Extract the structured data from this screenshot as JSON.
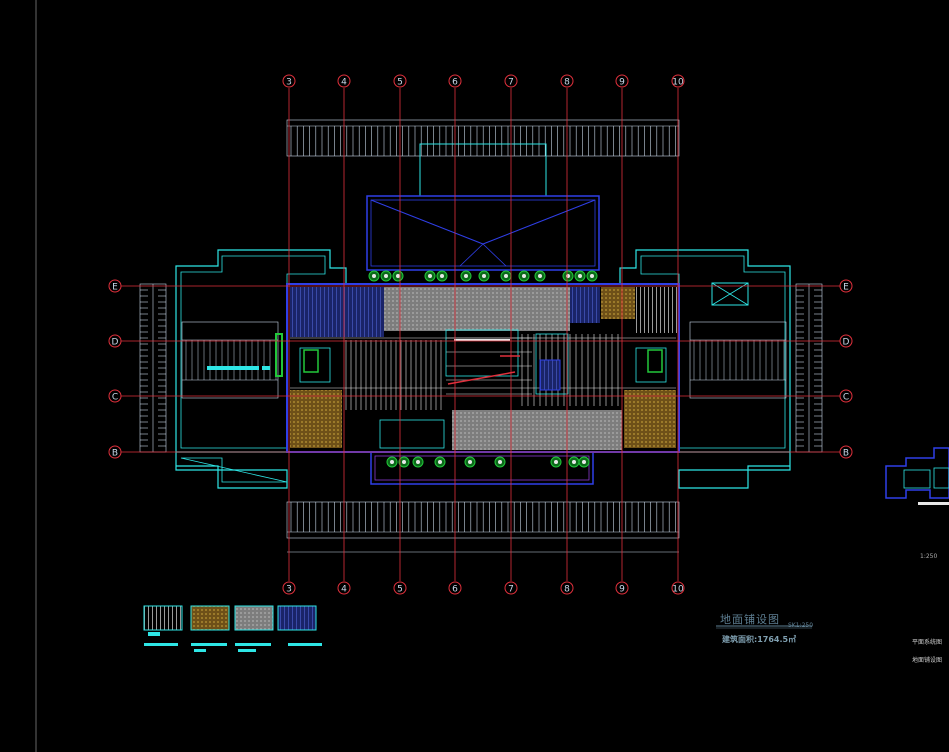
{
  "drawing": {
    "title": "地面铺设图",
    "title_scale": "SK1:250",
    "area_text": "建筑面积:1764.5㎡",
    "side_ratio": "1:250",
    "side_notes": [
      "平面系统图",
      "地面铺设图"
    ]
  },
  "grid": {
    "vertical_labels": [
      "3",
      "4",
      "5",
      "6",
      "7",
      "8",
      "9",
      "10"
    ],
    "horizontal_labels": [
      "E",
      "D",
      "C",
      "B"
    ]
  },
  "colors": {
    "background": "#000000",
    "grid_line": "#e0303c",
    "wall": "#2ee6e6",
    "outline": "#2f3fe8",
    "white_line": "#e8e8e8",
    "tile_gray": "#8a8a8a",
    "tile_wood": "#7a5a1a",
    "tile_navy": "#1e2a78",
    "green": "#22c83a"
  }
}
